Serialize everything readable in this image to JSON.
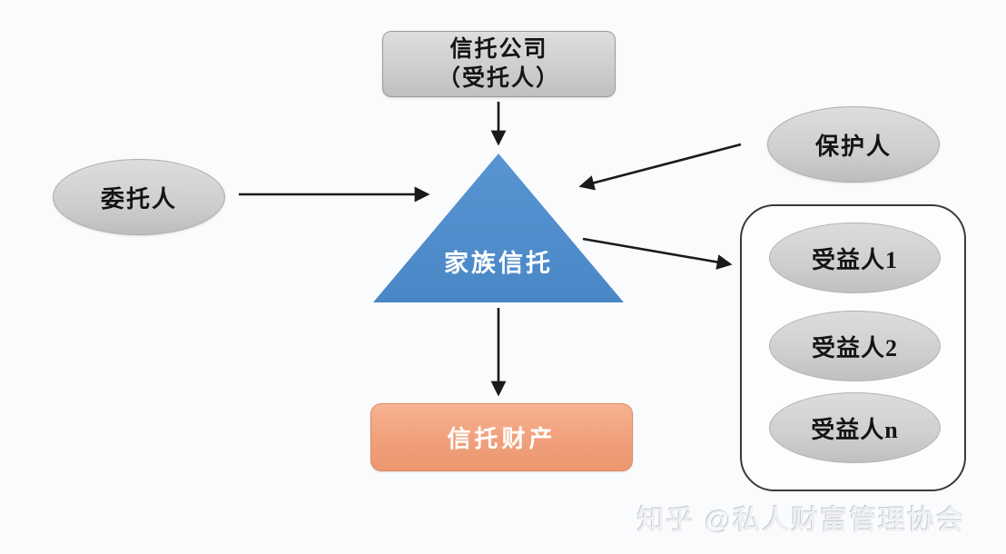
{
  "diagram": {
    "trustee_box": {
      "line1": "信托公司",
      "line2": "（受托人）"
    },
    "settlor": {
      "label": "委托人"
    },
    "protector": {
      "label": "保护人"
    },
    "trust_triangle": {
      "label": "家族信托"
    },
    "trust_property": {
      "label": "信托财产"
    },
    "beneficiaries": [
      {
        "label": "受益人1"
      },
      {
        "label": "受益人2"
      },
      {
        "label": "受益人n"
      }
    ],
    "watermark": "知乎 @私人财富管理协会",
    "colors": {
      "triangle_blue": "#4d8aca",
      "property_orange": "#f0a07b",
      "node_gray": "#cfcfcf",
      "group_border": "#3a3a3a",
      "arrow_black": "#1a1a1a",
      "background": "#fafbfc"
    }
  }
}
